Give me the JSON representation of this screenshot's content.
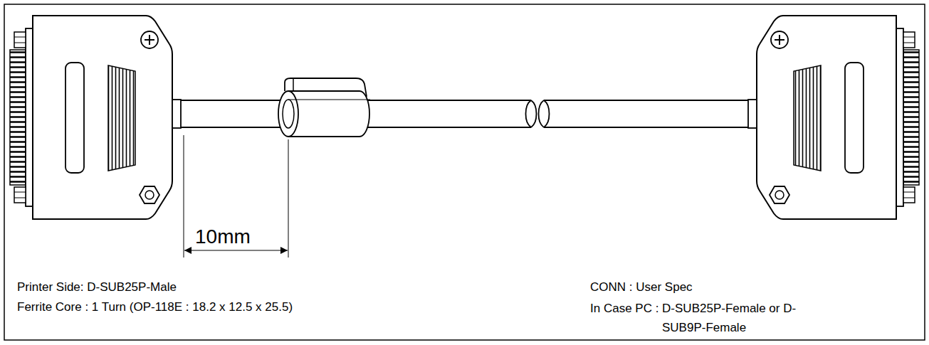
{
  "diagram": {
    "labels": [
      "10mm",
      "Printer Side: D-SUB25P-Male",
      "Ferrite Core : 1 Turn (OP-118E : 18.2 x 12.5 x 25.5)",
      "CONN : User Spec",
      "In Case PC : D-SUB25P-Female or D-SUB9P-Female"
    ]
  }
}
